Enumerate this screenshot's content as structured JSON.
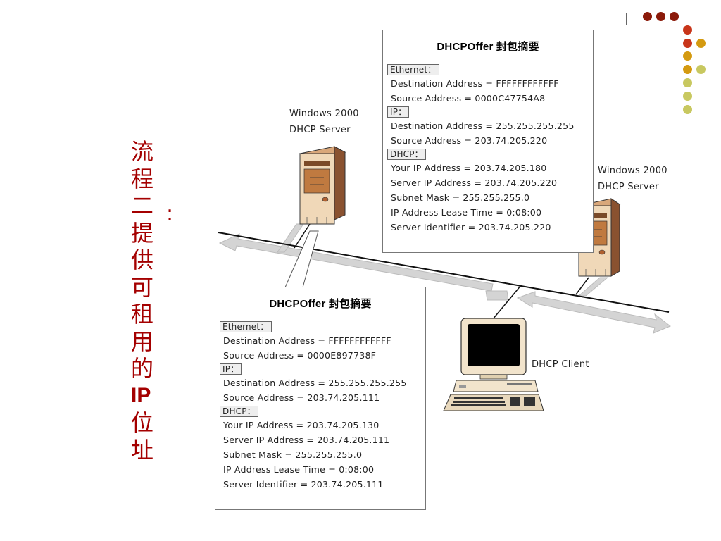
{
  "title": {
    "chars": [
      "流",
      "程",
      "二",
      "提",
      "供",
      "可",
      "租",
      "用",
      "的",
      "IP",
      "位",
      "址"
    ],
    "colon": ":"
  },
  "server_a": {
    "line1": "Windows 2000",
    "line2": "DHCP Server"
  },
  "server_b": {
    "line1": "Windows 2000",
    "line2": "DHCP Server"
  },
  "client_label": "DHCP Client",
  "offer_top": {
    "heading": "DHCPOffer 封包摘要",
    "ethernet_label": "Ethernet：",
    "eth_dest": "Destination Address  = FFFFFFFFFFFF",
    "eth_src": "Source Address = 0000C47754A8",
    "ip_label": "IP：",
    "ip_dest": "Destination Address = 255.255.255.255",
    "ip_src": "Source Address = 203.74.205.220",
    "dhcp_label": "DHCP：",
    "your_ip": "Your IP Address = 203.74.205.180",
    "server_ip": "Server IP Address = 203.74.205.220",
    "subnet": "Subnet Mask = 255.255.255.0",
    "lease": "IP Address Lease Time = 0:08:00",
    "server_id": "Server Identifier = 203.74.205.220"
  },
  "offer_bottom": {
    "heading": "DHCPOffer 封包摘要",
    "ethernet_label": "Ethernet：",
    "eth_dest": "Destination Address  = FFFFFFFFFFFF",
    "eth_src": "Source Address = 0000E897738F",
    "ip_label": "IP：",
    "ip_dest": "Destination Address = 255.255.255.255",
    "ip_src": "Source Address = 203.74.205.111",
    "dhcp_label": "DHCP：",
    "your_ip": "Your IP Address = 203.74.205.130",
    "server_ip": "Server IP Address = 203.74.205.111",
    "subnet": "Subnet Mask = 255.255.255.0",
    "lease": "IP Address Lease Time = 0:08:00",
    "server_id": "Server Identifier = 203.74.205.111"
  },
  "colors": {
    "title": "#a40000",
    "dot_dark": "#8b1a0a",
    "dot_red": "#c8351a",
    "dot_gold": "#d49a10",
    "dot_olive": "#c8c860",
    "arrow": "#dddddd",
    "tower": "#b07040"
  }
}
